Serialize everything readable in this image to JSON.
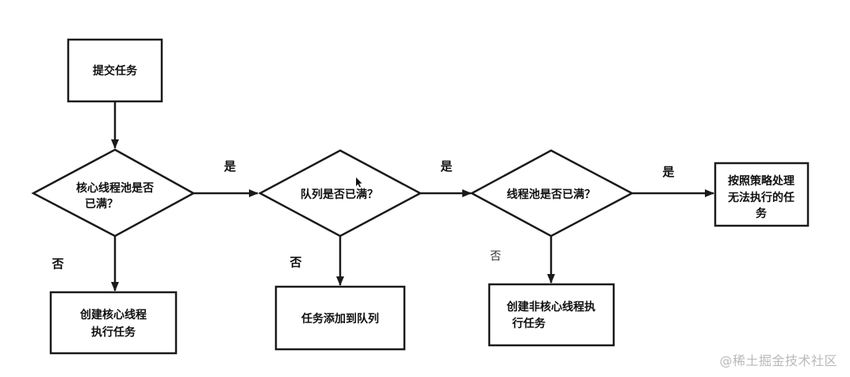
{
  "nodes": {
    "submit_task": "提交任务",
    "core_pool_full": [
      "核心线程池是否",
      "已满？"
    ],
    "create_core_thread": [
      "创建核心线程",
      "执行任务"
    ],
    "queue_full": "队列是否已满？",
    "add_to_queue": "任务添加到队列",
    "pool_full": "线程池是否已满？",
    "create_non_core_thread": [
      "创建非核心线程执",
      "行任务"
    ],
    "reject_policy": [
      "按照策略处理",
      "无法执行的任",
      "务"
    ]
  },
  "edges": {
    "yes_1": "是",
    "yes_2": "是",
    "yes_3": "是",
    "no_1": "否",
    "no_2": "否",
    "no_3": "否"
  },
  "watermark": "@稀土掘金技术社区"
}
